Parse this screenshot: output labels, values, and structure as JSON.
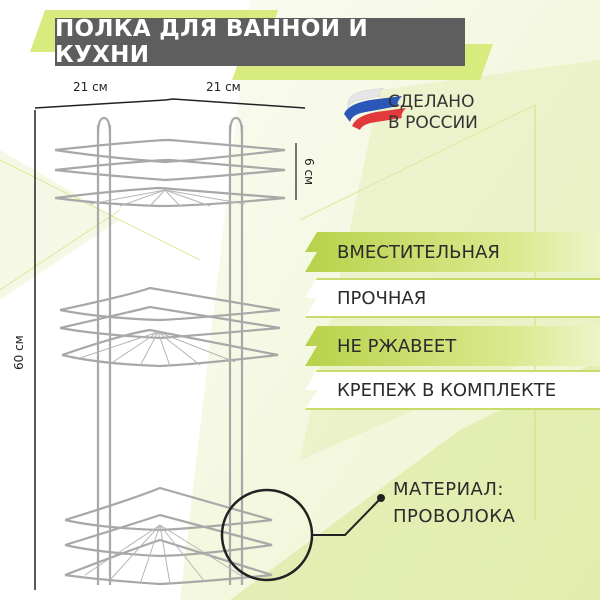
{
  "title": "ПОЛКА ДЛЯ ВАННОЙ И КУХНИ",
  "made_in": {
    "line1": "СДЕЛАНО",
    "line2": "В РОССИИ",
    "icon": "russian-flag-ribbon-icon"
  },
  "dimensions": {
    "width_left": "21 см",
    "width_right": "21 см",
    "shelf_height": "6 см",
    "total_height": "60 см"
  },
  "features": [
    {
      "label": "ВМЕСТИТЕЛЬНАЯ",
      "style": "filled"
    },
    {
      "label": "ПРОЧНАЯ",
      "style": "white"
    },
    {
      "label": "НЕ РЖАВЕЕТ",
      "style": "filled"
    },
    {
      "label": "КРЕПЕЖ В КОМПЛЕКТЕ",
      "style": "white"
    }
  ],
  "material": {
    "line1": "МАТЕРИАЛ:",
    "line2": "ПРОВОЛОКА"
  },
  "colors": {
    "accent_green": "#c5dc5e",
    "title_bg": "#5e5e5e",
    "text_dark": "#2b2b2b"
  }
}
